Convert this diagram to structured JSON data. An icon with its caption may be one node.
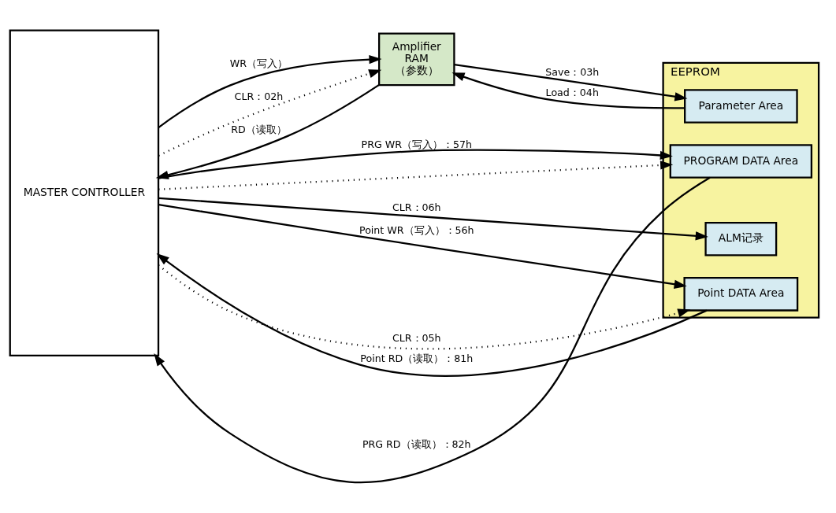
{
  "diagram": {
    "nodes": [
      {
        "text": [
          "MASTER CONTROLLER"
        ]
      },
      {
        "text": [
          "Amplifier",
          "RAM",
          "（参数）"
        ]
      },
      {
        "text": [
          "EEPROM"
        ]
      },
      {
        "text": [
          "Parameter Area"
        ],
        "in": 2
      },
      {
        "text": [
          "Point DATA Area"
        ],
        "in": 2
      },
      {
        "text": [
          "PROGRAM DATA Area"
        ],
        "in": 2
      },
      {
        "text": [
          "ALM记录"
        ],
        "in": 2
      }
    ],
    "edges": [
      {
        "from": 0,
        "to": 1,
        "arrow": "to",
        "label": "WR（写入）"
      },
      {
        "from": 1,
        "to": 0,
        "arrow": "to",
        "label": "RD（读取）"
      },
      {
        "from": 0,
        "to": 1,
        "arrow": "to",
        "label": "CLR：02h",
        "style": "dashed"
      },
      {
        "from": 1,
        "to": 3,
        "arrow": "to",
        "label": "Save：03h"
      },
      {
        "from": 3,
        "to": 1,
        "arrow": "to",
        "label": "Load：04h"
      },
      {
        "from": 0,
        "to": 4,
        "arrow": "to",
        "label": "CLR：05h",
        "style": "dashed"
      },
      {
        "from": 0,
        "to": 5,
        "arrow": "to",
        "style": "dashed"
      },
      {
        "from": 0,
        "to": 4,
        "arrow": "to",
        "label": "Point WR（写入）：56h"
      },
      {
        "from": 4,
        "to": 0,
        "arrow": "to",
        "label": "Point RD（读取）：81h"
      },
      {
        "from": 0,
        "to": 5,
        "arrow": "to",
        "label": "PRG WR（写入）：57h"
      },
      {
        "from": 5,
        "to": 0,
        "arrow": "to",
        "label": "PRG RD（读取）：82h"
      },
      {
        "from": 0,
        "to": 6,
        "arrow": "to",
        "label": "CLR：06h"
      }
    ]
  }
}
